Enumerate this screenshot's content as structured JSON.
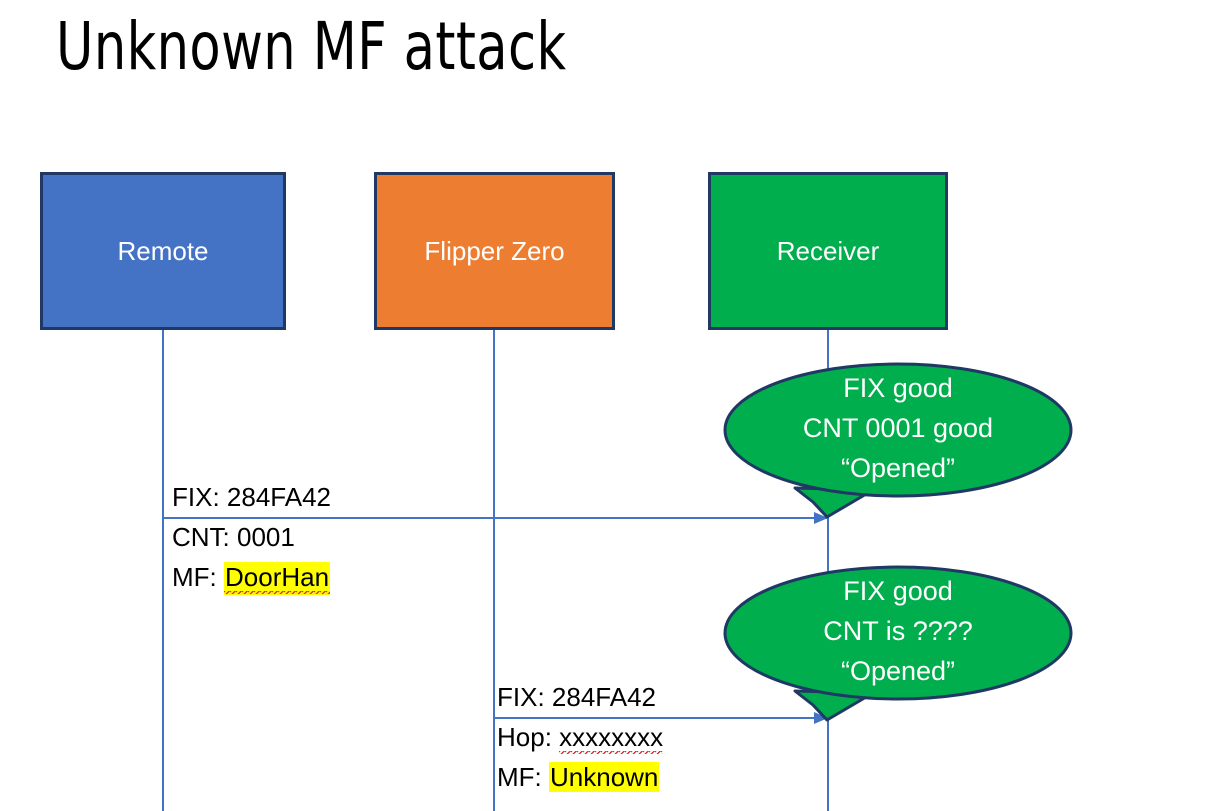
{
  "slide": {
    "title": "Unknown MF attack",
    "background": "#FFFFFF"
  },
  "colors": {
    "remote_fill": "#4472C4",
    "flipper_fill": "#ED7D31",
    "receiver_fill": "#00AE4D",
    "box_border": "#1F3864",
    "lifeline": "#4472C4",
    "arrow": "#4472C4",
    "bubble_fill": "#00AE4D",
    "bubble_border": "#1F3864",
    "highlight": "#FFFF00",
    "spellcheck_underline": "#E03030",
    "text_dark": "#000000",
    "text_light": "#FFFFFF"
  },
  "actors": [
    {
      "id": "remote",
      "label": "Remote"
    },
    {
      "id": "flipper",
      "label": "Flipper Zero"
    },
    {
      "id": "receiver",
      "label": "Receiver"
    }
  ],
  "messages": [
    {
      "id": "msg-remote-to-receiver",
      "from": "remote",
      "to": "receiver",
      "lines": [
        {
          "label": "FIX:",
          "value": "284FA42",
          "highlight": false,
          "spellcheck": false
        },
        {
          "label": "CNT:",
          "value": "0001",
          "highlight": false,
          "spellcheck": false
        },
        {
          "label": "MF:",
          "value": "DoorHan",
          "highlight": true,
          "spellcheck": true
        }
      ]
    },
    {
      "id": "msg-flipper-to-receiver",
      "from": "flipper",
      "to": "receiver",
      "lines": [
        {
          "label": "FIX:",
          "value": "284FA42",
          "highlight": false,
          "spellcheck": false
        },
        {
          "label": "Hop:",
          "value": "xxxxxxxx",
          "highlight": false,
          "spellcheck": true
        },
        {
          "label": "MF:",
          "value": "Unknown",
          "highlight": true,
          "spellcheck": false
        }
      ]
    }
  ],
  "bubbles": [
    {
      "id": "bubble-first-response",
      "lines": [
        "FIX good",
        "CNT 0001 good",
        "“Opened”"
      ]
    },
    {
      "id": "bubble-second-response",
      "lines": [
        "FIX good",
        "CNT is ????",
        "“Opened”"
      ]
    }
  ]
}
